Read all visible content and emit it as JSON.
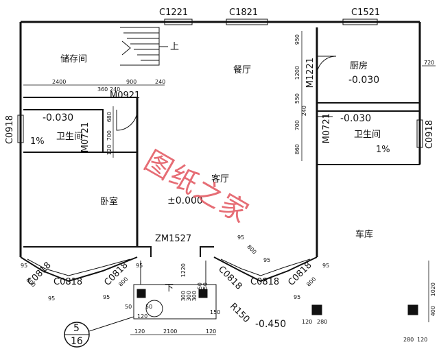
{
  "labels": {
    "window_c1221": "C1221",
    "window_c1821": "C1821",
    "window_c1521": "C1521",
    "window_c0918_left": "C0918",
    "window_c0918_right": "C0918",
    "door_m0921": "M0921",
    "door_m0721_left": "M0721",
    "door_m1221": "M1221",
    "door_m0721_right": "M0721",
    "door_zm1527": "ZM1527",
    "bay_left_1": "C0818",
    "bay_left_2": "C0818",
    "bay_left_3": "C0818",
    "bay_right_1": "C0818",
    "bay_right_2": "C0818",
    "bay_right_3": "C0818"
  },
  "rooms": {
    "storage": "储存间",
    "dining": "餐厅",
    "kitchen": "厨房",
    "bath_left": "卫生间",
    "bath_right": "卫生间",
    "bedroom": "卧室",
    "living": "客厅",
    "garage": "车库"
  },
  "annotations": {
    "up": "上",
    "down": "下",
    "kitchen_level": "-0.030",
    "bath_left_level": "-0.030",
    "bath_right_level": "-0.030",
    "main_level": "±0.000",
    "exterior_level": "-0.450",
    "slope_left": "1%",
    "slope_right": "1%",
    "radius": "R150",
    "detail_top": "5",
    "detail_bottom": "16",
    "watermark": "图纸之家"
  },
  "dimensions": {
    "d2400": "2400",
    "d900": "900",
    "d240a": "240",
    "d360": "360",
    "d240b": "240",
    "d680": "680",
    "d700a": "700",
    "d120a": "120",
    "d950": "950",
    "d1200": "1200",
    "d550": "550",
    "d240c": "240",
    "d700b": "700",
    "d860": "860",
    "d720": "720",
    "d2100": "2100",
    "d1220": "1220",
    "d1020": "1020",
    "d400": "400",
    "d120b": "120",
    "d280a": "280",
    "d280b": "280",
    "d120c": "120",
    "d95a": "95",
    "d800a": "800",
    "d95b": "95",
    "d95c": "95",
    "d800b": "800",
    "d95d": "95",
    "d95e": "95",
    "d800c": "800",
    "d95f": "95",
    "d95g": "95",
    "d800d": "800",
    "d95h": "95",
    "d50a": "50",
    "d50b": "50",
    "d120d": "120",
    "d300a": "300",
    "d300b": "300",
    "d300c": "300",
    "d50c": "50",
    "d50d": "50",
    "d150": "150",
    "d120e": "120",
    "d120f": "120"
  }
}
